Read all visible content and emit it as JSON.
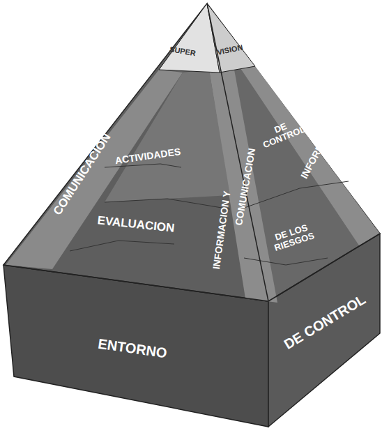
{
  "diagram": {
    "labels": [
      "SUPER",
      "VISION",
      "COMUNICACION",
      "ACTIVIDADES",
      "EVALUACION",
      "INFORMACION Y",
      "COMUNICACION",
      "DE CONTROL",
      "DE LOS RIESGOS",
      "INFORMACION Y",
      "ENTORNO",
      "DE CONTROL"
    ]
  }
}
